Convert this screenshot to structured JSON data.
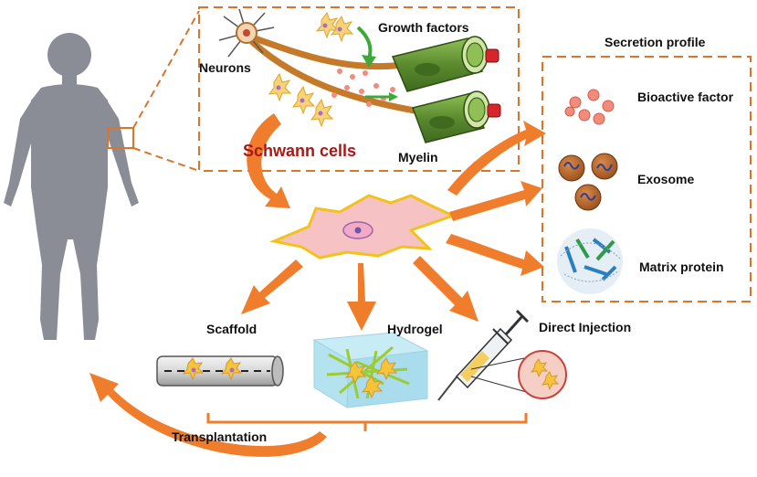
{
  "labels": {
    "neurons": "Neurons",
    "growth_factors": "Growth factors",
    "myelin": "Myelin",
    "schwann_cells": "Schwann cells",
    "secretion_profile": "Secretion profile",
    "bioactive_factor": "Bioactive factor",
    "exosome": "Exosome",
    "matrix_protein": "Matrix protein",
    "scaffold": "Scaffold",
    "hydrogel": "Hydrogel",
    "direct_injection": "Direct Injection",
    "transplantation": "Transplantation"
  },
  "colors": {
    "arrow": "#ef7d2c",
    "dash_box": "#d9742b",
    "body": "#8a8d96",
    "cell_fill": "#f7c2c4",
    "cell_border": "#f2c21b",
    "axon": "#c57a2a",
    "myelin": "#5b8a2f",
    "label_red": "#b01515",
    "factor": "#f28b7a"
  }
}
